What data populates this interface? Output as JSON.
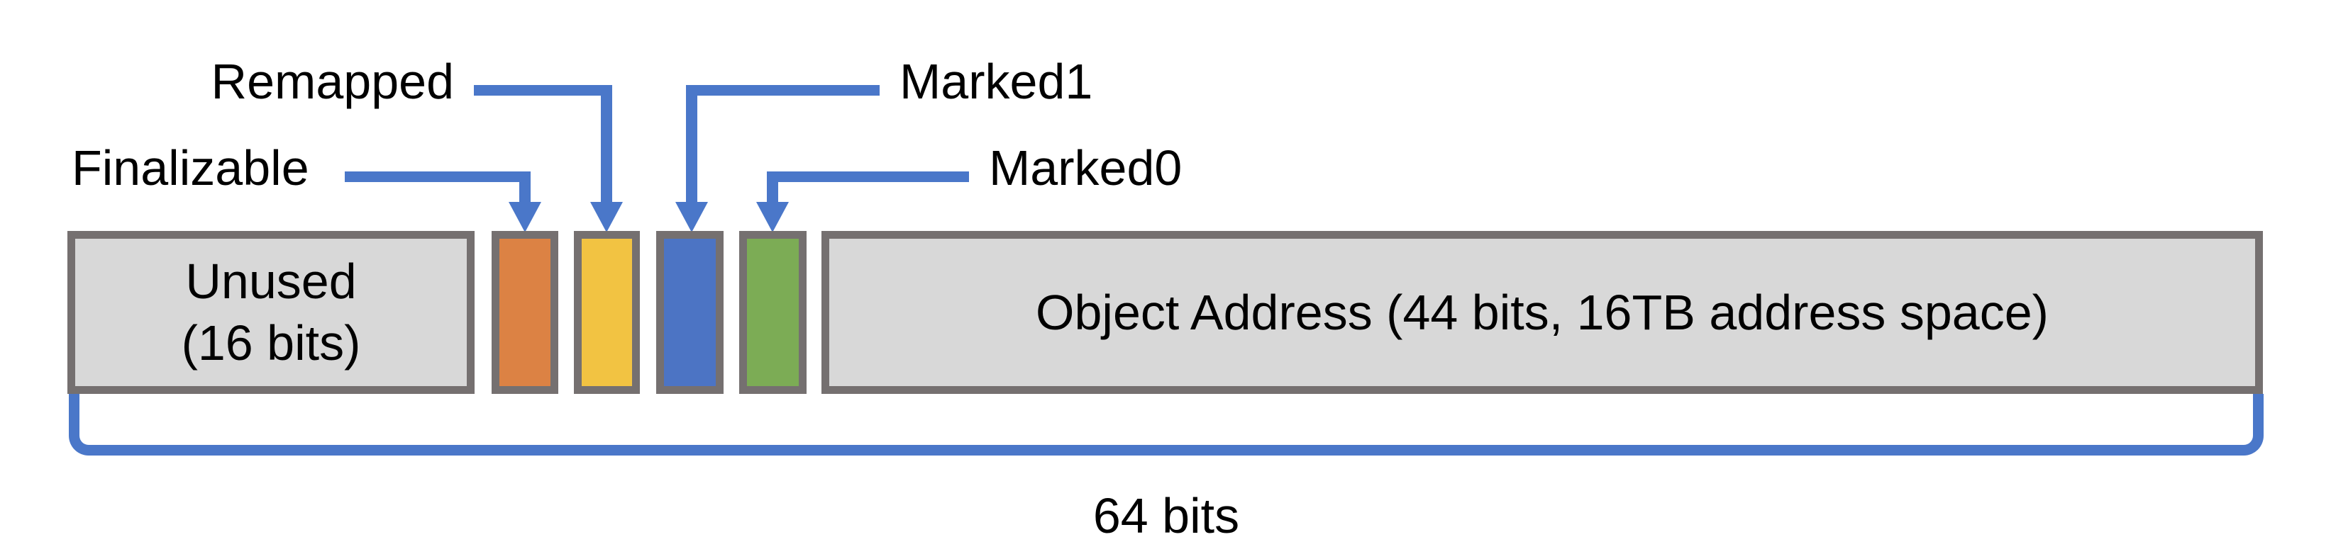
{
  "callouts": {
    "remapped": {
      "label": "Remapped",
      "points_to": "remapped_bit"
    },
    "finalizable": {
      "label": "Finalizable",
      "points_to": "finalizable_bit"
    },
    "marked1": {
      "label": "Marked1",
      "points_to": "marked1_bit"
    },
    "marked0": {
      "label": "Marked0",
      "points_to": "marked0_bit"
    }
  },
  "boxes": {
    "unused": {
      "line1": "Unused",
      "line2": "(16 bits)",
      "fill": "#D8D8D8"
    },
    "finalizable_bit": {
      "fill": "#DC8244"
    },
    "remapped_bit": {
      "fill": "#F2C342"
    },
    "marked1_bit": {
      "fill": "#4C74C4"
    },
    "marked0_bit": {
      "fill": "#7CAC55"
    },
    "object_address": {
      "label": "Object Address (44 bits, 16TB address space)",
      "fill": "#D8D8D8"
    }
  },
  "bracket": {
    "label": "64 bits",
    "color": "#4A77C9"
  },
  "colors": {
    "connector_blue": "#4A77C9",
    "box_border_gray": "#757070",
    "box_fill_gray": "#D8D8D8",
    "text": "#000000",
    "background": "#FFFFFF"
  }
}
